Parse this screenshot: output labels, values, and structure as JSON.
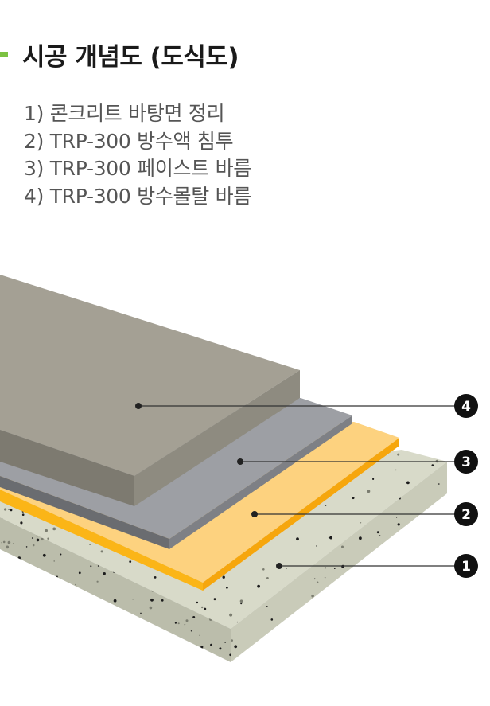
{
  "header": {
    "title": "시공 개념도 (도식도)"
  },
  "steps": [
    "1) 콘크리트 바탕면 정리",
    "2) TRP-300 방수액 침투",
    "3) TRP-300 페이스트 바름",
    "4) TRP-300 방수몰탈 바름"
  ],
  "callouts": [
    "4",
    "3",
    "2",
    "1"
  ],
  "colors": {
    "accent": "#7cc242",
    "concrete_top": "#d8dac9",
    "concrete_front": "#bbbdab",
    "liquid_top": "#fdd27f",
    "liquid_edge": "#fbb517",
    "paste_top": "#9d9fa4",
    "paste_edge": "#6a6c70",
    "mortar_top": "#a4a094",
    "mortar_edge": "#7d7a70"
  }
}
